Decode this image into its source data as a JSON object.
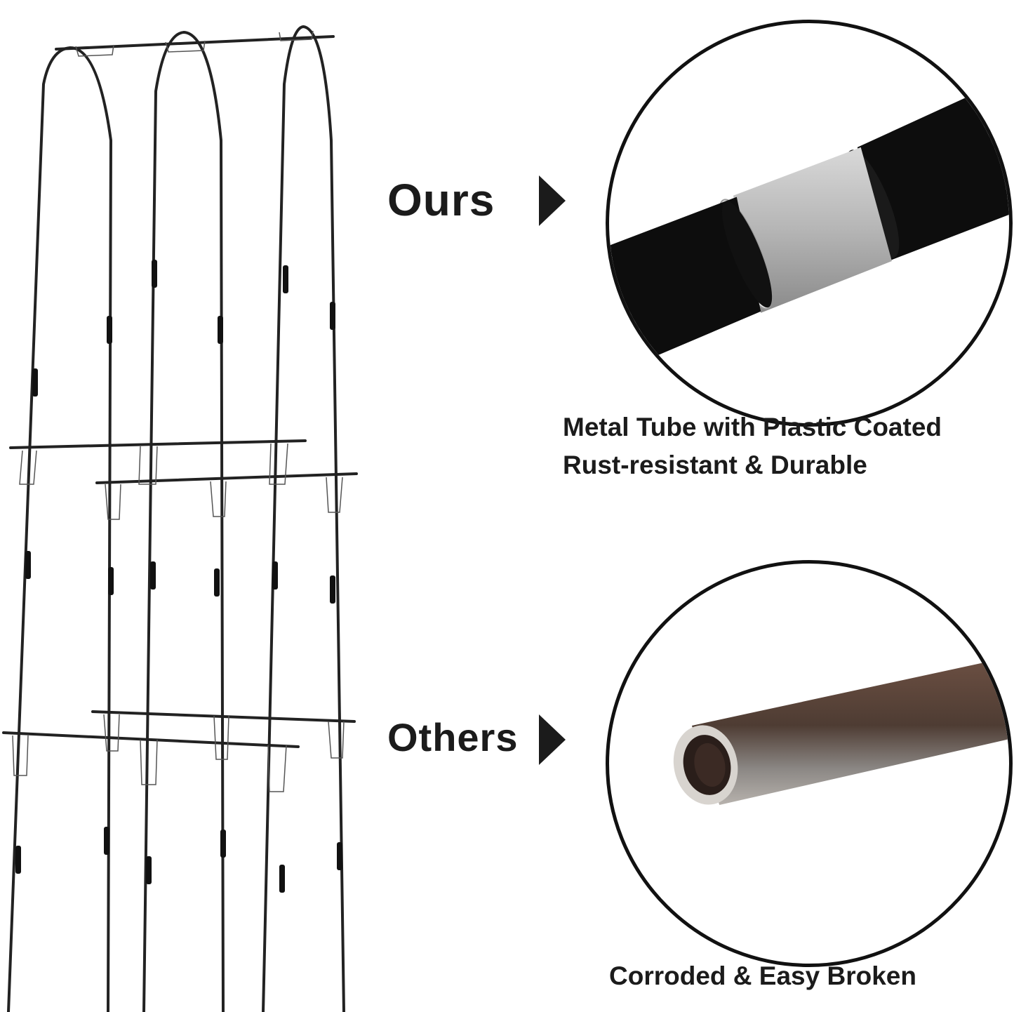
{
  "comparison": {
    "ours": {
      "label": "Ours",
      "arrow_icon": "arrow-right-icon",
      "caption_line1": "Metal Tube with Plastic Coated",
      "caption_line2": "Rust-resistant & Durable",
      "tube_color": "#0b0b0b",
      "metal_color": "#c4c4c4"
    },
    "others": {
      "label": "Others",
      "arrow_icon": "arrow-right-icon",
      "caption": "Corroded & Easy Broken",
      "tube_color": "#5a4438"
    }
  },
  "colors": {
    "text": "#1b1b1b",
    "frame": "#222222",
    "background": "#ffffff"
  }
}
